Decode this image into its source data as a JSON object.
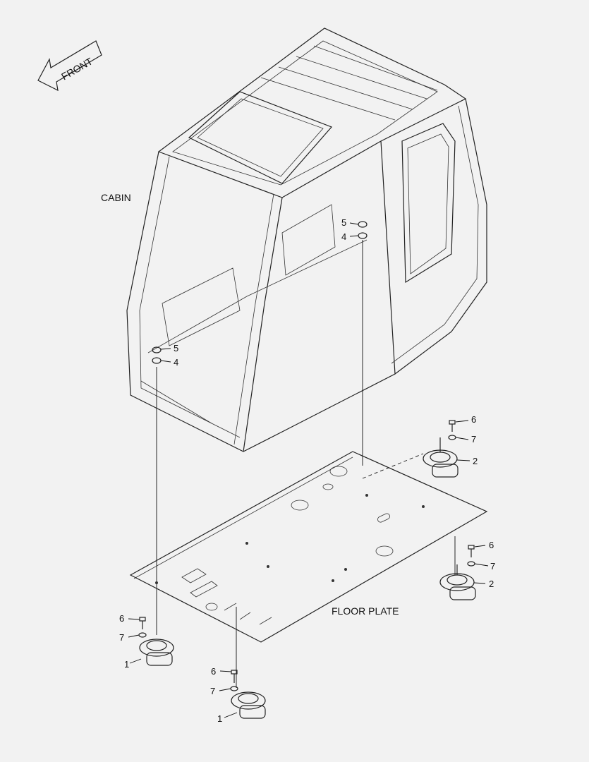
{
  "front_arrow": {
    "label": "FRONT"
  },
  "assemblies": {
    "cabin": "CABIN",
    "floor_plate": "FLOOR PLATE"
  },
  "callouts": {
    "cab_right_5": "5",
    "cab_right_4": "4",
    "cab_left_5": "5",
    "cab_left_4": "4",
    "mount_rear_right_6": "6",
    "mount_rear_right_7": "7",
    "mount_rear_right_2": "2",
    "mount_right_6": "6",
    "mount_right_7": "7",
    "mount_right_2": "2",
    "mount_left_6": "6",
    "mount_left_7": "7",
    "mount_left_1": "1",
    "mount_front_6": "6",
    "mount_front_7": "7",
    "mount_front_1": "1"
  }
}
